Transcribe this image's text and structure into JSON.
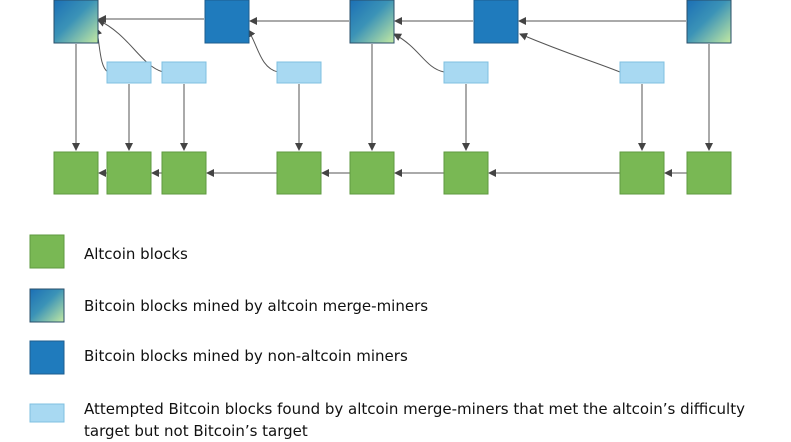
{
  "colors": {
    "altcoin_fill": "#79b854",
    "altcoin_border": "#5e9a3f",
    "btc_merge_gradient": [
      "#1c73b9",
      "#3f96b6",
      "#b9e39f"
    ],
    "btc_nonalt_fill": "#1f7bbd",
    "btc_nonalt_border": "#1c5d8e",
    "attempt_fill": "#a8d9f2",
    "attempt_border": "#7fc0e0",
    "arrow": "#555555"
  },
  "legend": [
    {
      "kind": "altcoin",
      "label": "Altcoin blocks"
    },
    {
      "kind": "btc-merge",
      "label": "Bitcoin blocks mined by altcoin merge-miners"
    },
    {
      "kind": "btc-nonalt",
      "label": "Bitcoin blocks mined by non-altcoin miners"
    },
    {
      "kind": "attempt",
      "label_line1": "Attempted Bitcoin blocks found by altcoin merge-miners that met the altcoin’s difficulty",
      "label_line2": "target but not Bitcoin’s target"
    }
  ]
}
